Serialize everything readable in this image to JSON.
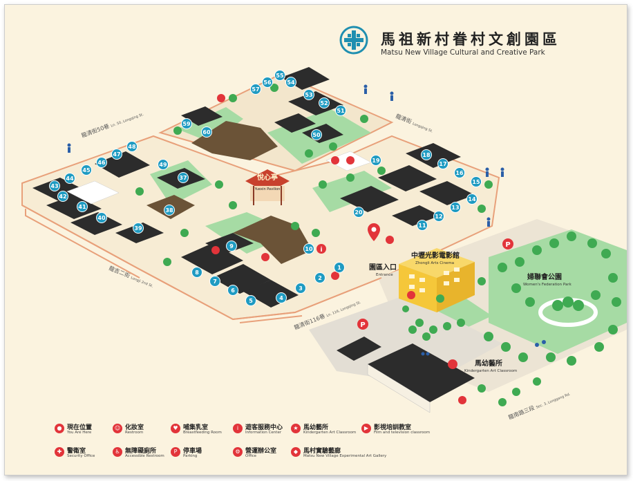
{
  "title": {
    "zh": "馬祖新村眷村文創園區",
    "en": "Matsu New Village Cultural and Creative Park"
  },
  "streets": [
    {
      "zh": "龍清街50巷",
      "en": "Ln. 50, Longqing St."
    },
    {
      "zh": "龍清街",
      "en": "Longqing St."
    },
    {
      "zh": "龍吉二街",
      "en": "Longji 2nd St."
    },
    {
      "zh": "龍清街116巷",
      "en": "Ln. 116, Longqing St."
    },
    {
      "zh": "龍南路三段",
      "en": "Sec. 3, Longgang Rd."
    }
  ],
  "landmarks": {
    "pavilion": {
      "zh": "悅心亭",
      "en": "Yuexin Pavilion"
    },
    "cinema": {
      "zh": "中壢光影電影館",
      "en": "Zhongli Arts Cinema"
    },
    "entrance": {
      "zh": "園區入口",
      "en": "Entrance"
    },
    "park": {
      "zh": "婦聯會公園",
      "en": "Women's Federation Park"
    },
    "kindergarten": {
      "zh": "馬幼藝所",
      "en": "Kindergarten Art Classroom"
    }
  },
  "parking_label": "P",
  "info_label": "i",
  "building_numbers": [
    "1",
    "2",
    "3",
    "4",
    "5",
    "6",
    "7",
    "8",
    "9",
    "10",
    "11",
    "12",
    "13",
    "14",
    "15",
    "16",
    "17",
    "18",
    "19",
    "20",
    "37",
    "38",
    "39",
    "40",
    "41",
    "42",
    "43",
    "44",
    "45",
    "46",
    "47",
    "48",
    "49",
    "50",
    "51",
    "52",
    "53",
    "54",
    "55",
    "56",
    "57",
    "59",
    "60"
  ],
  "legend": [
    {
      "zh": "現在位置",
      "en": "You Are Here",
      "icon": "location-pin-icon"
    },
    {
      "zh": "化妝室",
      "en": "Restroom",
      "icon": "restroom-icon"
    },
    {
      "zh": "哺集乳室",
      "en": "Breastfeeding Room",
      "icon": "breastfeeding-icon"
    },
    {
      "zh": "遊客服務中心",
      "en": "Information Center",
      "icon": "info-icon"
    },
    {
      "zh": "馬幼藝所",
      "en": "Kindergarten Art Classroom",
      "icon": "kindergarten-icon"
    },
    {
      "zh": "影視培訓教室",
      "en": "Film and television classroom",
      "icon": "film-icon"
    },
    {
      "zh": "警衛室",
      "en": "Security Office",
      "icon": "security-icon"
    },
    {
      "zh": "無障礙廁所",
      "en": "Accessible Restroom",
      "icon": "accessible-icon"
    },
    {
      "zh": "停車場",
      "en": "Parking",
      "icon": "parking-icon"
    },
    {
      "zh": "營運辦公室",
      "en": "Office",
      "icon": "office-icon"
    },
    {
      "zh": "馬村實驗藝廊",
      "en": "Matsu New Village Experimental Art Gallery",
      "icon": "gallery-icon"
    }
  ],
  "colors": {
    "ground": "#fbf3df",
    "grass": "#9fd8a0",
    "tree": "#3faa52",
    "roof": "#2c2c2c",
    "badge": "#1f9bc2",
    "marker": "#e2343a",
    "cinema": "#f5c73a",
    "brand": "#1f8fb0"
  }
}
